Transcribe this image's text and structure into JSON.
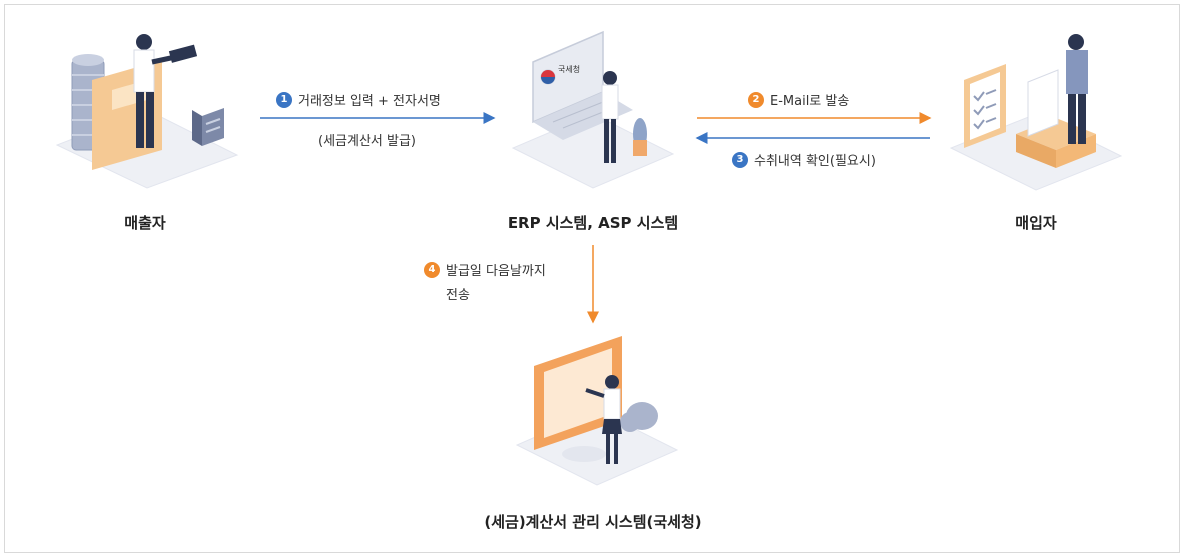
{
  "nodes": {
    "seller": "매출자",
    "system": "ERP 시스템, ASP 시스템",
    "buyer": "매입자",
    "nts": "(세금)계산서 관리 시스템(국세청)"
  },
  "steps": {
    "step1": {
      "num": "1",
      "text": "거래정보 입력 + 전자서명",
      "sub": "(세금계산서 발급)"
    },
    "step2": {
      "num": "2",
      "text": "E-Mail로 발송"
    },
    "step3": {
      "num": "3",
      "text": "수취내역 확인(필요시)"
    },
    "step4": {
      "num": "4",
      "line1": "발급일 다음날까지",
      "line2": "전송"
    }
  },
  "screen_logo_text": "국세청",
  "colors": {
    "blue": "#3a75c4",
    "orange": "#f08a2c",
    "platform": "#eef0f5"
  }
}
